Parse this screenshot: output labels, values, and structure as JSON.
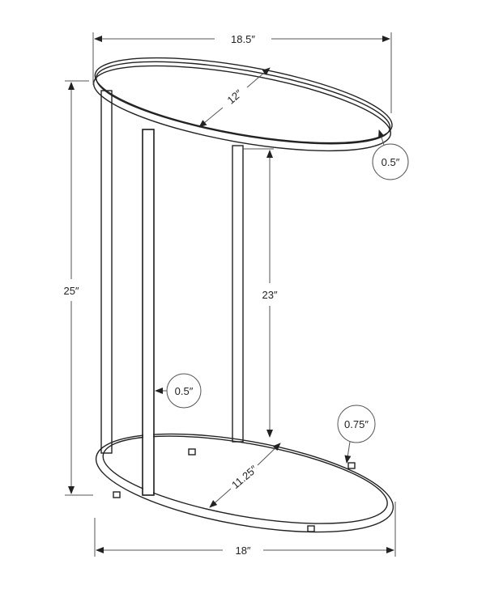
{
  "labels": {
    "top_width": "18.5″",
    "top_depth": "12″",
    "top_thickness": "0.5″",
    "total_height": "25″",
    "clearance_height": "23″",
    "leg_width": "0.5″",
    "base_tube": "0.75″",
    "base_depth": "11.25″",
    "base_width": "18″"
  },
  "colors": {
    "line": "#222222",
    "dimension": "#555555"
  }
}
